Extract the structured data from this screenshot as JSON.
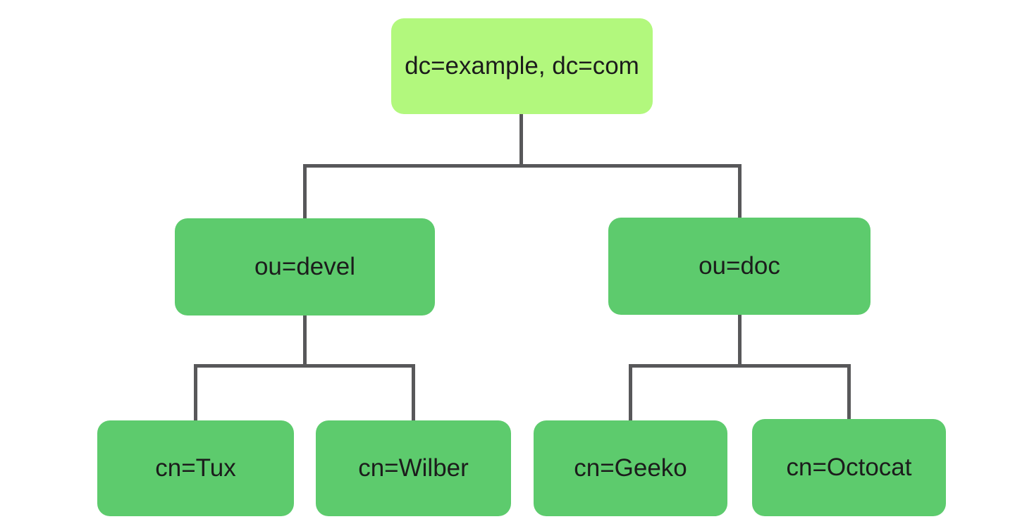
{
  "colors": {
    "background": "#ffffff",
    "root_node_fill": "#b2f87d",
    "node_fill": "#5dcb6d",
    "connector": "#58585a",
    "text": "#1c1c1c"
  },
  "tree": {
    "root_label": "dc=example, dc=com",
    "branches": [
      {
        "label": "ou=devel",
        "children": [
          {
            "label": "cn=Tux"
          },
          {
            "label": "cn=Wilber"
          }
        ]
      },
      {
        "label": "ou=doc",
        "children": [
          {
            "label": "cn=Geeko"
          },
          {
            "label": "cn=Octocat"
          }
        ]
      }
    ]
  }
}
